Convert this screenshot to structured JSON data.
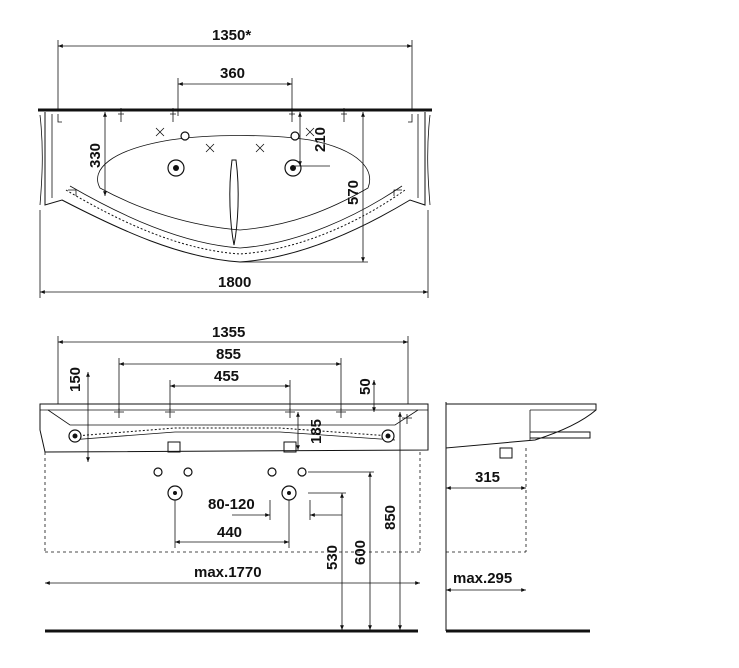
{
  "top_view": {
    "width_overall": "1350*",
    "tap_spacing": "360",
    "bowl_offset": "330",
    "tap_depth": "210",
    "depth": "570",
    "total_width": "1800"
  },
  "front_view": {
    "fixing_span": "1355",
    "bracket_span_outer": "855",
    "bracket_span_inner": "455",
    "top_offset": "150",
    "edge_offset": "50",
    "thickness": "185",
    "drain_range": "80-120",
    "drain_spacing": "440",
    "max_width": "max.1770",
    "height_530": "530",
    "height_600": "600",
    "height_850": "850"
  },
  "side_view": {
    "depth": "315",
    "max_depth": "max.295"
  }
}
